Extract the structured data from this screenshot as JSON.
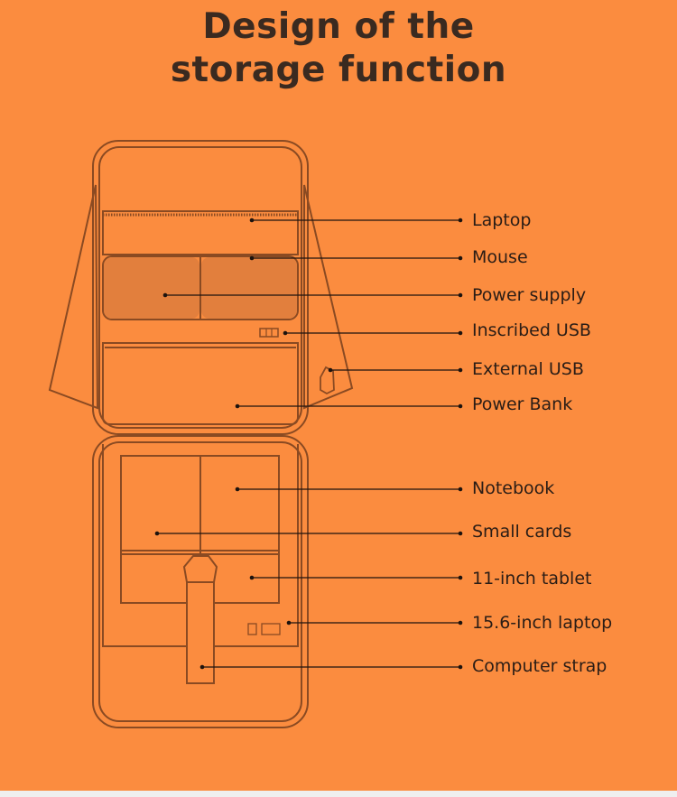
{
  "title_line1": "Design of the",
  "title_line2": "storage function",
  "labels": [
    "Laptop",
    "Mouse",
    "Power supply",
    "Inscribed USB",
    "External USB",
    "Power Bank",
    "Notebook",
    "Small cards",
    "11-inch tablet",
    "15.6-inch laptop",
    "Computer strap"
  ],
  "colors": {
    "background": "#fb8c3f",
    "outline": "#8a4a22",
    "text": "#2a1d16"
  }
}
